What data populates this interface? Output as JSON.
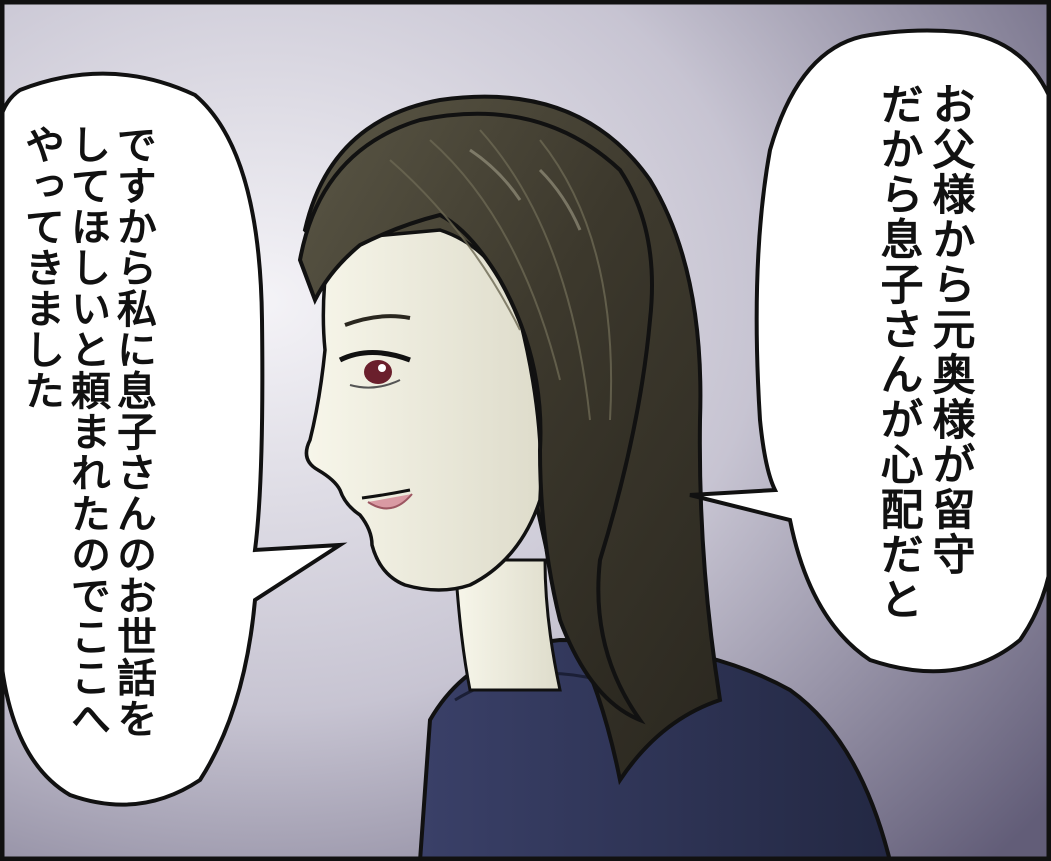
{
  "panel": {
    "background_colors": [
      "#f3f2f6",
      "#b9b5c6",
      "#5d5873"
    ],
    "hair_color": "#3e3a2e",
    "skin_color": "#f2f1e1",
    "shirt_color": "#2c3150",
    "outline_color": "#111111"
  },
  "bubbles": {
    "right": {
      "lines": [
        "お父様から元奥様が留守",
        "だから息子さんが心配だと"
      ]
    },
    "left": {
      "lines": [
        "ですから私に息子さんのお世話を",
        "してほしいと頼まれたのでここへ",
        "やってきました"
      ]
    }
  }
}
